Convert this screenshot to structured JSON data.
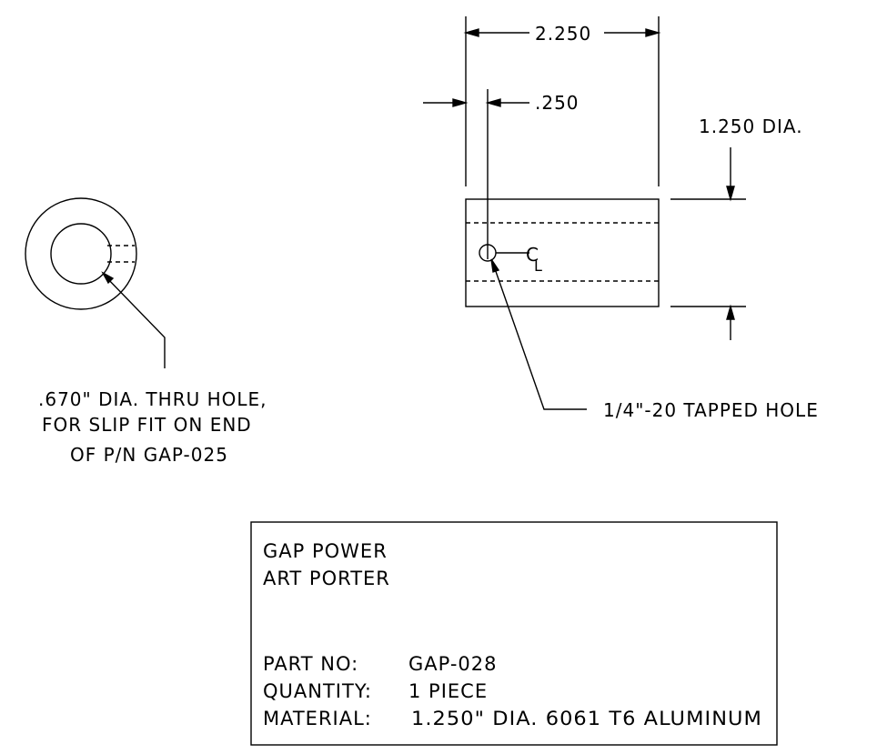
{
  "dimensions": {
    "overall_length": "2.250",
    "hole_offset": ".250",
    "diameter": "1.250 DIA."
  },
  "notes": {
    "tapped_hole": "1/4\"-20 TAPPED HOLE",
    "centerline_symbol": "C",
    "centerline_subscript": "L",
    "thru_hole": [
      ".670\" DIA. THRU HOLE,",
      "FOR SLIP FIT ON END",
      "OF P/N GAP-025"
    ]
  },
  "title_block": {
    "company": "GAP POWER",
    "drawn_by": "ART PORTER",
    "part_no_label": "PART NO:",
    "part_no": "GAP-028",
    "quantity_label": "QUANTITY:",
    "quantity": "1 PIECE",
    "material_label": "MATERIAL:",
    "material": "1.250\" DIA. 6061 T6 ALUMINUM"
  }
}
